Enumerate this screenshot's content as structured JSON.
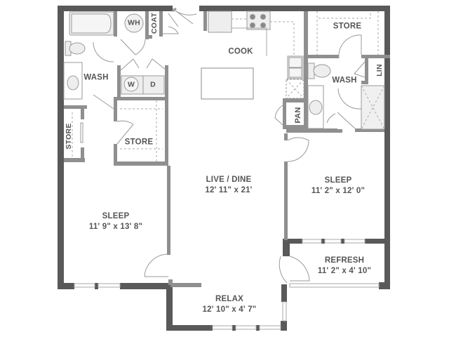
{
  "floorplan": {
    "colors": {
      "exterior_wall": "#595959",
      "interior_wall": "#8f8f8f",
      "fixture_fill": "#eeeeee",
      "fixture_stroke": "#999999",
      "label": "#555555"
    },
    "rooms": [
      {
        "id": "cook",
        "name": "COOK",
        "dimensions": ""
      },
      {
        "id": "live-dine",
        "name": "LIVE / DINE",
        "dimensions": "12' 11\" x 21'"
      },
      {
        "id": "sleep-1",
        "name": "SLEEP",
        "dimensions": "11' 9\" x 13' 8\""
      },
      {
        "id": "sleep-2",
        "name": "SLEEP",
        "dimensions": "11' 2\" x 12' 0\""
      },
      {
        "id": "refresh",
        "name": "REFRESH",
        "dimensions": "11' 2\" x 4' 10\""
      },
      {
        "id": "relax",
        "name": "RELAX",
        "dimensions": "12' 10\" x 4' 7\""
      },
      {
        "id": "wash-1",
        "name": "WASH",
        "dimensions": ""
      },
      {
        "id": "wash-2",
        "name": "WASH",
        "dimensions": ""
      },
      {
        "id": "store-top",
        "name": "STORE",
        "dimensions": ""
      },
      {
        "id": "store-mid",
        "name": "STORE",
        "dimensions": ""
      },
      {
        "id": "store-side",
        "name": "STORE",
        "dimensions": ""
      }
    ],
    "closets": {
      "coat": "COAT",
      "lin": "LIN",
      "pan": "PAN"
    },
    "appliances": {
      "water_heater": "WH",
      "washer": "W",
      "dryer": "D"
    }
  }
}
